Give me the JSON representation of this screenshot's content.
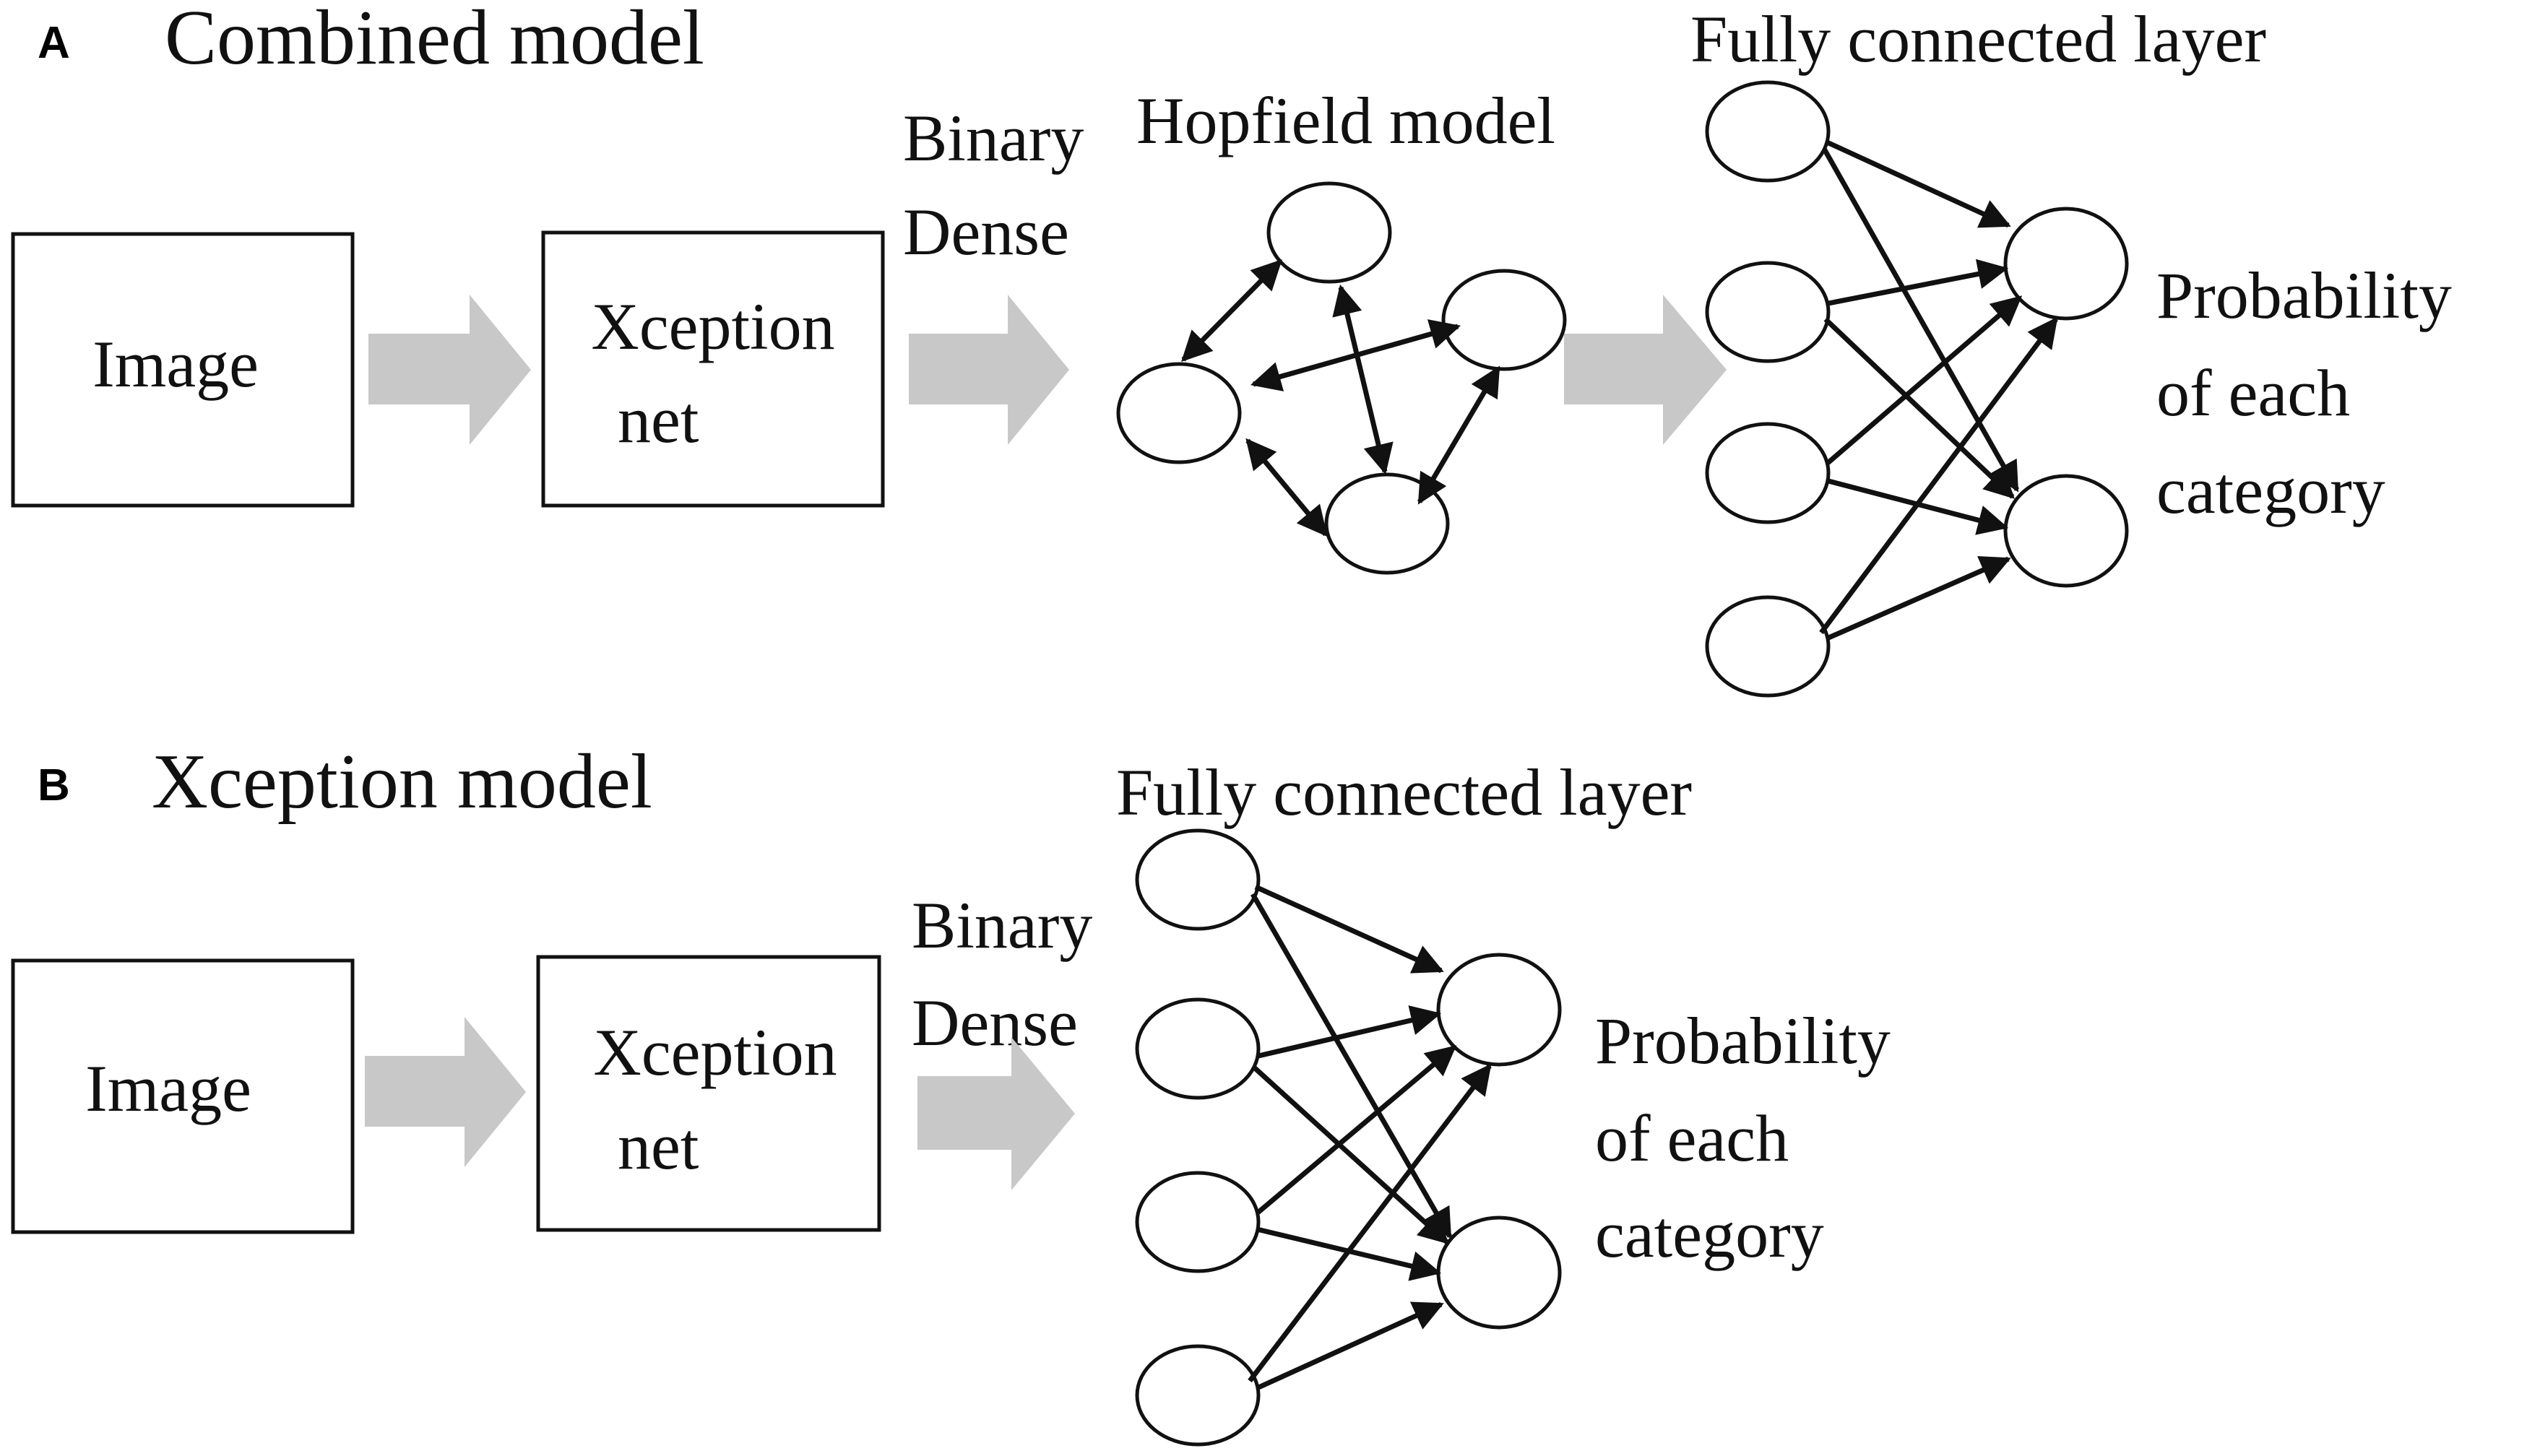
{
  "panel_a": {
    "letter": "A",
    "title": "Combined model",
    "image_label": "Image",
    "xception_label_line1": "Xception",
    "xception_label_line2": "net",
    "binary_line1": "Binary",
    "binary_line2": "Dense",
    "hopfield_label": "Hopfield model",
    "fc_label": "Fully connected layer",
    "output_line1": "Probability",
    "output_line2": "of each",
    "output_line3": "category"
  },
  "panel_b": {
    "letter": "B",
    "title": "Xception model",
    "image_label": "Image",
    "xception_label_line1": "Xception",
    "xception_label_line2": "net",
    "binary_line1": "Binary",
    "binary_line2": "Dense",
    "fc_label": "Fully connected layer",
    "output_line1": "Probability",
    "output_line2": "of each",
    "output_line3": "category"
  },
  "colors": {
    "block_arrow": "#c8c8c8",
    "stroke": "#111111"
  }
}
